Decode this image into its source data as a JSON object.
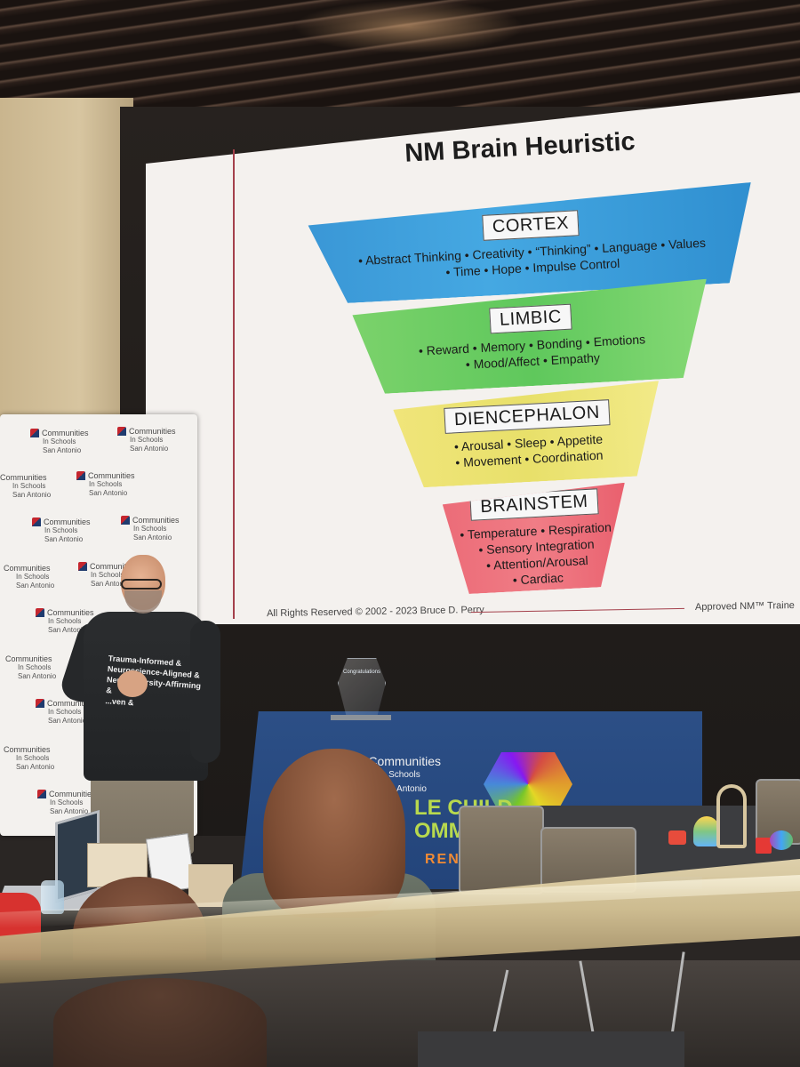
{
  "slide": {
    "title": "NM Brain Heuristic",
    "levels": [
      {
        "label": "CORTEX",
        "lines": [
          "• Abstract Thinking •  Creativity • “Thinking” • Language • Values",
          "• Time • Hope • Impulse Control"
        ],
        "color": "#3a97d6"
      },
      {
        "label": "LIMBIC",
        "lines": [
          "• Reward • Memory • Bonding • Emotions",
          "• Mood/Affect • Empathy"
        ],
        "color": "#5fc85c"
      },
      {
        "label": "DIENCEPHALON",
        "lines": [
          "• Arousal • Sleep • Appetite",
          "• Movement • Coordination"
        ],
        "color": "#e8e06a"
      },
      {
        "label": "BRAINSTEM",
        "lines": [
          "• Temperature • Respiration",
          "• Sensory Integration",
          "• Attention/Arousal",
          "• Cardiac"
        ],
        "color": "#ec6c78"
      }
    ],
    "footer_left": "All Rights Reserved © 2002 - 2023 Bruce D. Perry",
    "footer_right": "Approved NM™ Traine"
  },
  "banner": {
    "org_name_1": "Communities",
    "org_name_2": "In Schools",
    "org_city": "San Antonio"
  },
  "speaker_shirt": {
    "lines": [
      "Trauma-Informed &",
      "Neuroscience-Aligned &",
      "Neurodiversity-Affirming &",
      "...ven &"
    ]
  },
  "award": {
    "heading": "Congratulations"
  },
  "tablecloth": {
    "org_name_1": "Communities",
    "org_name_2": "In Schools",
    "org_city": "San Antonio",
    "line_1": "LE CHILD",
    "line_2": "OMMUNI",
    "line_3": "RENCE"
  }
}
